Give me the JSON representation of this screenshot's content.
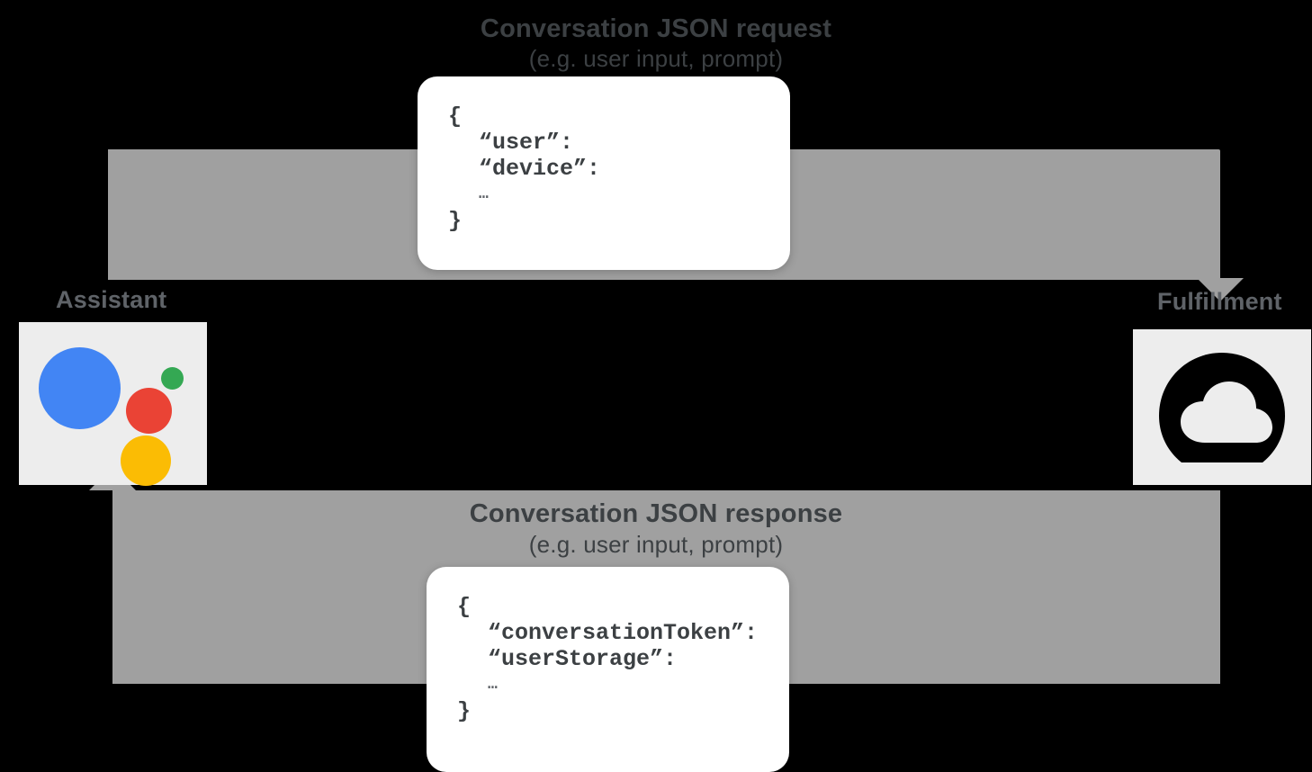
{
  "diagram": {
    "type": "sequence-flow",
    "background_color": "#000000",
    "band_color": "#a0a0a0",
    "tile_color": "#ededed",
    "text_color": "#3c4043"
  },
  "request_flow": {
    "title": "Conversation JSON request",
    "subtitle": "(e.g. user input, prompt)",
    "direction": "assistant-to-fulfillment",
    "json_card": {
      "name": "request-json-card",
      "lines": [
        {
          "text": "{",
          "indent": false,
          "ellipsis": false
        },
        {
          "text": "“user”:",
          "indent": true,
          "ellipsis": false
        },
        {
          "text": "“device”:",
          "indent": true,
          "ellipsis": false
        },
        {
          "text": "…",
          "indent": true,
          "ellipsis": true
        },
        {
          "text": "}",
          "indent": false,
          "ellipsis": false
        }
      ]
    }
  },
  "response_flow": {
    "title": "Conversation JSON response",
    "subtitle": "(e.g. user input, prompt)",
    "direction": "fulfillment-to-assistant",
    "json_card": {
      "name": "response-json-card",
      "lines": [
        {
          "text": "{",
          "indent": false,
          "ellipsis": false
        },
        {
          "text": "“conversationToken”:",
          "indent": true,
          "ellipsis": false
        },
        {
          "text": "“userStorage”:",
          "indent": true,
          "ellipsis": false
        },
        {
          "text": "…",
          "indent": true,
          "ellipsis": true
        },
        {
          "text": "}",
          "indent": false,
          "ellipsis": false
        }
      ]
    }
  },
  "endpoints": {
    "left": {
      "label": "Assistant",
      "icon": "google-assistant-icon",
      "colors": {
        "blue": "#4285f4",
        "red": "#ea4335",
        "green": "#34a853",
        "yellow": "#fbbc04"
      }
    },
    "right": {
      "label": "Fulfillment",
      "icon": "cloud-icon",
      "colors": {
        "glyph": "#000000"
      }
    }
  }
}
